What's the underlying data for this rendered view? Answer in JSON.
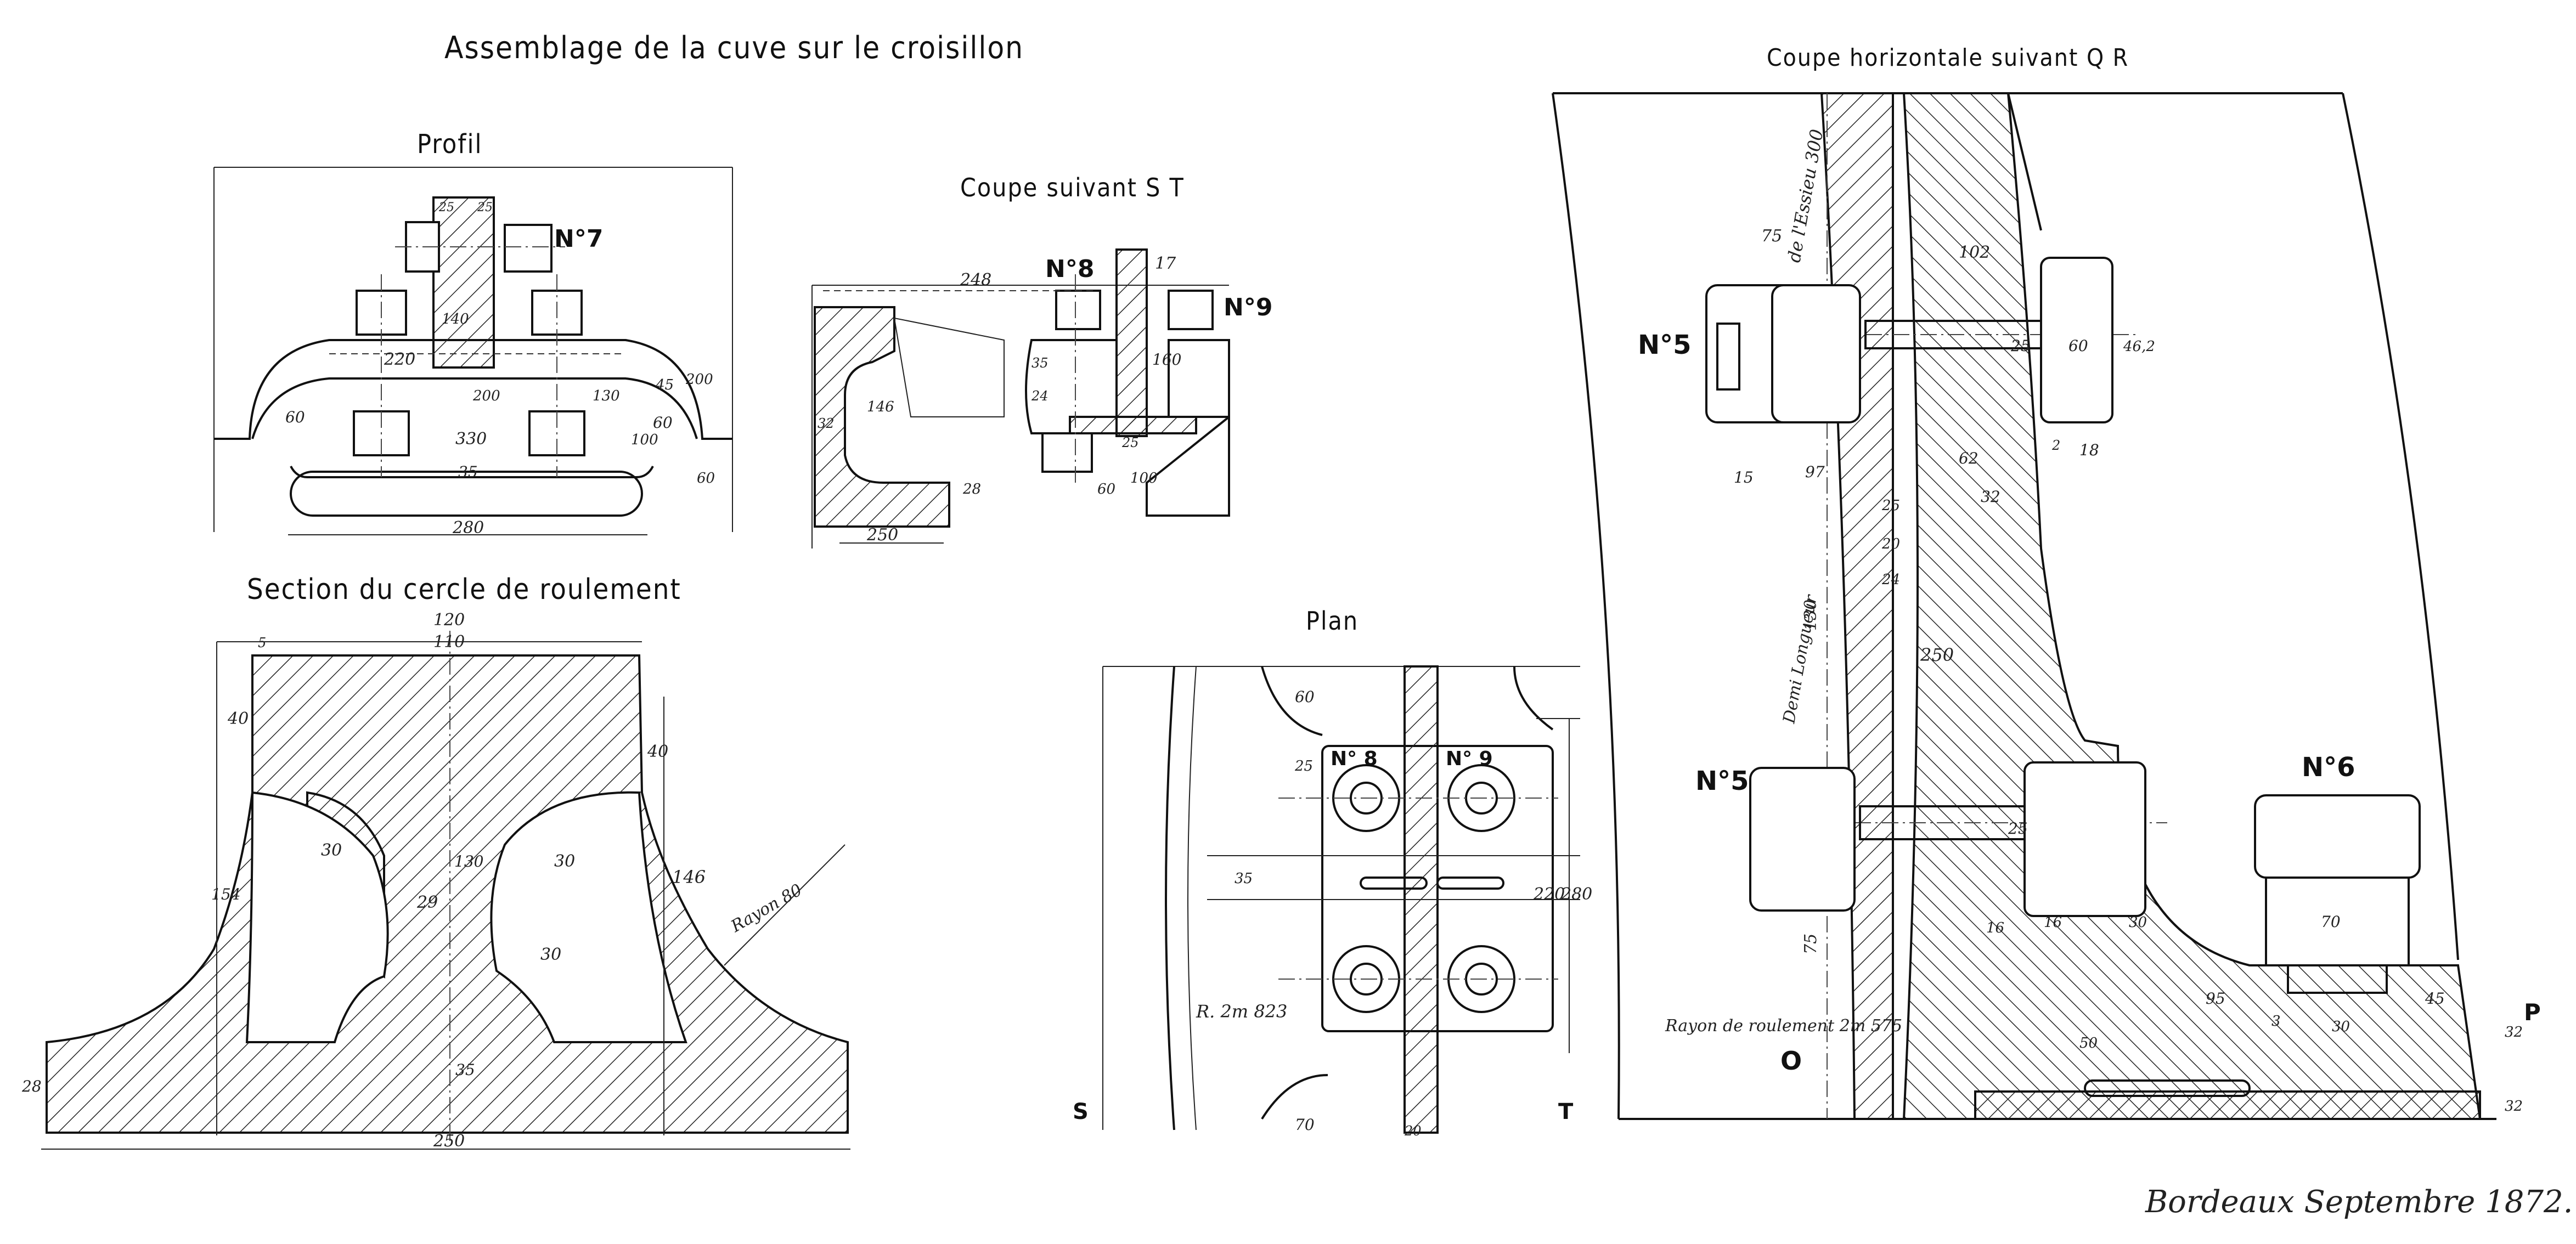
{
  "titles": {
    "assemblage": "Assemblage de la cuve sur le croisillon",
    "profil": "Profil",
    "coupe_st": "Coupe suivant S T",
    "section": "Section du cercle de roulement",
    "plan": "Plan",
    "coupe_qr": "Coupe horizontale suivant Q R"
  },
  "parts": {
    "n7": "N°7",
    "n8": "N°8",
    "n9": "N°9",
    "n5a": "N°5",
    "n5b": "N°5",
    "n6": "N°6",
    "plan_n8": "N° 8",
    "plan_n9": "N° 9"
  },
  "letters": {
    "s": "S",
    "t": "T",
    "o": "O",
    "p": "P"
  },
  "profil_dims": {
    "d25a": "25",
    "d25b": "25",
    "d140": "140",
    "d220": "220",
    "d200": "200",
    "d130": "130",
    "d330": "330",
    "d35": "35",
    "d60a": "60",
    "d60b": "60",
    "d45": "45",
    "d200b": "200",
    "d100": "100",
    "d60c": "60",
    "d280": "280"
  },
  "coupe_st_dims": {
    "d248": "248",
    "d17": "17",
    "d160": "160",
    "d146": "146",
    "d32": "32",
    "d28": "28",
    "d24": "24",
    "d35": "35",
    "d25": "25",
    "d60": "60",
    "d100": "100",
    "d250": "250"
  },
  "section_dims": {
    "d120": "120",
    "d110": "110",
    "d5": "5",
    "d40a": "40",
    "d40b": "40",
    "d30a": "30",
    "d30b": "30",
    "d30c": "30",
    "d29": "29",
    "d130": "130",
    "d154": "154",
    "d146": "146",
    "d28": "28",
    "d35": "35",
    "d250": "250",
    "rayon": "Rayon 80"
  },
  "plan_dims": {
    "d60": "60",
    "d25": "25",
    "d35": "35",
    "d220": "220",
    "d280": "280",
    "rayon": "R. 2m 823",
    "d70": "70",
    "d20": "20"
  },
  "qr_dims": {
    "side": "de l'Essieu 300",
    "d75a": "75",
    "d102": "102",
    "d25a": "25",
    "d60": "60",
    "d46": "46,2",
    "d2": "2",
    "d18": "18",
    "d15": "15",
    "d97": "97",
    "d62": "62",
    "d25b": "25",
    "d32": "32",
    "d20": "20",
    "d24": "24",
    "d250": "250",
    "demi": "Demi Longueur",
    "d130": "130",
    "d25c": "25",
    "d16a": "16",
    "d16b": "16",
    "d30": "30",
    "d70": "70",
    "d95": "95",
    "d45": "45",
    "d75b": "75",
    "d50": "50",
    "d3": "3",
    "d30b": "30",
    "d32b": "32",
    "d32c": "32",
    "rayon": "Rayon de roulement 2m 575"
  },
  "signature": "Bordeaux Septembre 1872."
}
